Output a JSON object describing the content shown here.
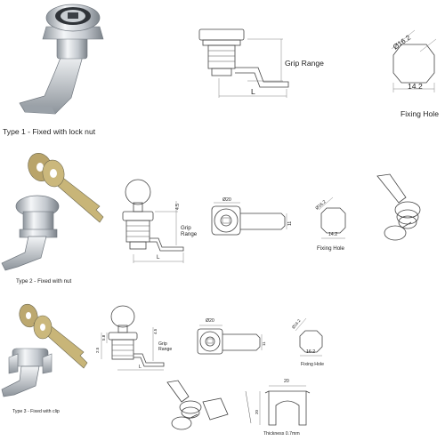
{
  "type1": {
    "caption": "Type 1 - Fixed with lock nut",
    "grip_range": "Grip Range",
    "length": "L",
    "hole_diameter": "Ø16.2",
    "hole_width": "14.2",
    "fixing_hole": "Fixing Hole"
  },
  "type2": {
    "caption": "Type 2 - Fixed with nut",
    "grip_range": "Grip\nRange",
    "length": "L",
    "dim_side": "4.5",
    "face_diameter": "Ø20",
    "cam_width": "11",
    "hole_diameter": "Ø16.2",
    "hole_width": "14.2",
    "fixing_hole": "Fixing Hole"
  },
  "type3": {
    "caption": "Type 3 - Fixed with clip",
    "grip_range": "Grip\nRange",
    "length": "L",
    "dim_a": "2.5",
    "dim_b": "5.8",
    "dim_side": "4.5",
    "face_diameter": "Ø20",
    "cam_width": "11",
    "hole_diameter": "Ø16.2",
    "hole_width": "16.2",
    "fixing_hole": "Fixing Hole",
    "clip_width": "20",
    "clip_height": "20",
    "thickness": "Thickness 0.7mm"
  },
  "colors": {
    "metal_light": "#eef0f2",
    "metal_mid": "#b9bfc6",
    "metal_dark": "#6f767e",
    "line": "#444444"
  }
}
